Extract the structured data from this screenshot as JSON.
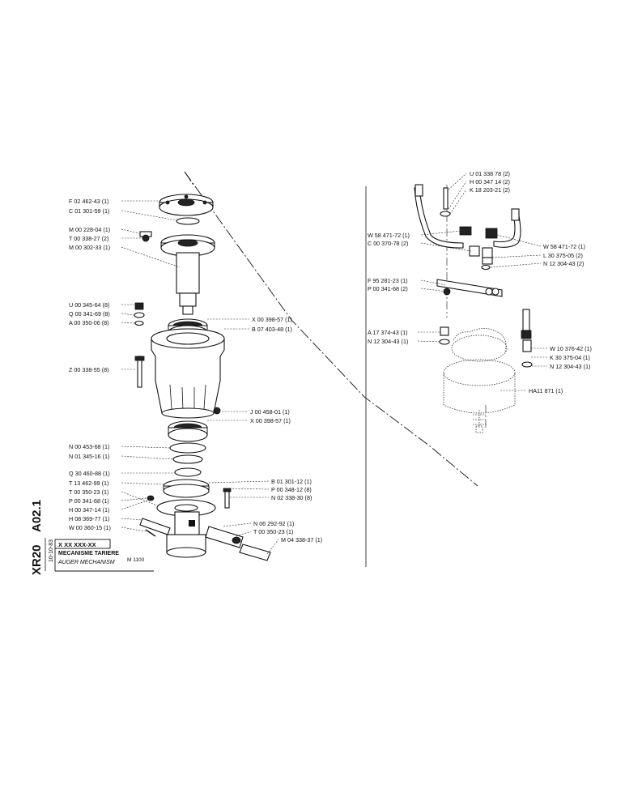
{
  "title_block": {
    "code_main": "XR20",
    "code_sub": "A02.1",
    "date": "10-10-83",
    "ref_box": "X  XX  XXX-XX",
    "title_fr": "MECANISME TARIERE",
    "title_en": "AUGER MECHANISM",
    "model": "M 1100"
  },
  "callouts": {
    "f02462": "F 02 462-43 (1)",
    "c01301": "C 01 301-59 (1)",
    "m00228": "M 00 228-04 (1)",
    "t00338": "T 00 338-27 (2)",
    "m00302": "M 00 302-33 (1)",
    "u00345": "U 00 345-64 (8)",
    "q00341": "Q 00 341-69 (8)",
    "a00350": "A 00 350-06 (8)",
    "x00398a": "X 00 398-57 (1)",
    "b07403": "B 07 403-48 (1)",
    "z00338": "Z 00 338-55 (8)",
    "j00458": "J 00 458-01 (1)",
    "x00398b": "X 00 398-57 (1)",
    "n00453": "N 00 453-68 (1)",
    "n01345": "N 01 345-16 (1)",
    "q30460": "Q 30 460-88 (1)",
    "t13462": "T 13 462-99 (1)",
    "t00350a": "T 00 350-23 (1)",
    "p00341a": "P 00 341-68 (1)",
    "h00347a": "H 00 347-14 (1)",
    "h08369": "H 08 369-77 (1)",
    "w00360": "W 00 360-15 (1)",
    "b01301": "B 01 301-12 (1)",
    "p00348": "P 00 348-12 (8)",
    "n02338": "N 02 338-30 (8)",
    "n06292": "N 06 292-92 (1)",
    "t00350b": "T 00 350-23 (1)",
    "m04338": "M 04 338-37 (1)",
    "u01338": "U 01 338 78 (2)",
    "h00347b": "H 00 347 14 (2)",
    "k18203": "K 18 203-21 (2)",
    "w58471a": "W 58 471-72 (1)",
    "c00370": "C 00 370-78 (2)",
    "w58471b": "W 58 471-72 (1)",
    "l30375": "L 30 375-05 (2)",
    "n12304a": "N 12 304-43 (2)",
    "f95281": "F 95 281-23 (1)",
    "p00341b": "P 00 341-68 (2)",
    "a17374": "A 17 374-43 (1)",
    "n12304b": "N 12 304-43 (1)",
    "w10376": "W 10 376-42 (1)",
    "k30375": "K 30 375-04 (1)",
    "n12304c": "N 12 304-43 (1)",
    "ha11": "HA11 871 (1)"
  }
}
